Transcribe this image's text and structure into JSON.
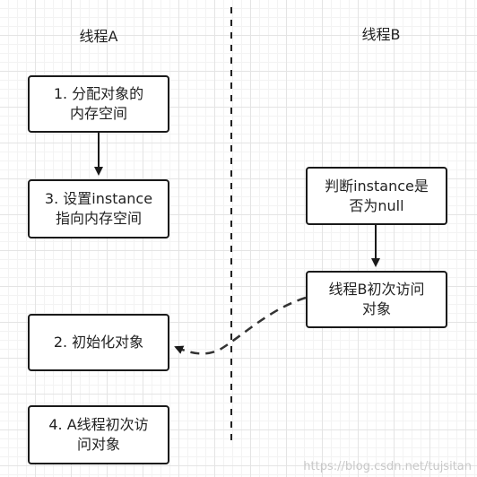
{
  "lanes": {
    "a_title": "线程A",
    "b_title": "线程B"
  },
  "thread_a": {
    "step1": "1. 分配对象的\n内存空间",
    "step3": "3. 设置instance\n指向内存空间",
    "step2": "2. 初始化对象",
    "step4": "4. A线程初次访\n问对象"
  },
  "thread_b": {
    "check": "判断instance是\n否为null",
    "access": "线程B初次访问\n对象"
  },
  "watermark": "https://blog.csdn.net/tujsitan",
  "colors": {
    "line": "#1a1a1a",
    "dashed_connector": "#333333",
    "divider": "#222222"
  }
}
